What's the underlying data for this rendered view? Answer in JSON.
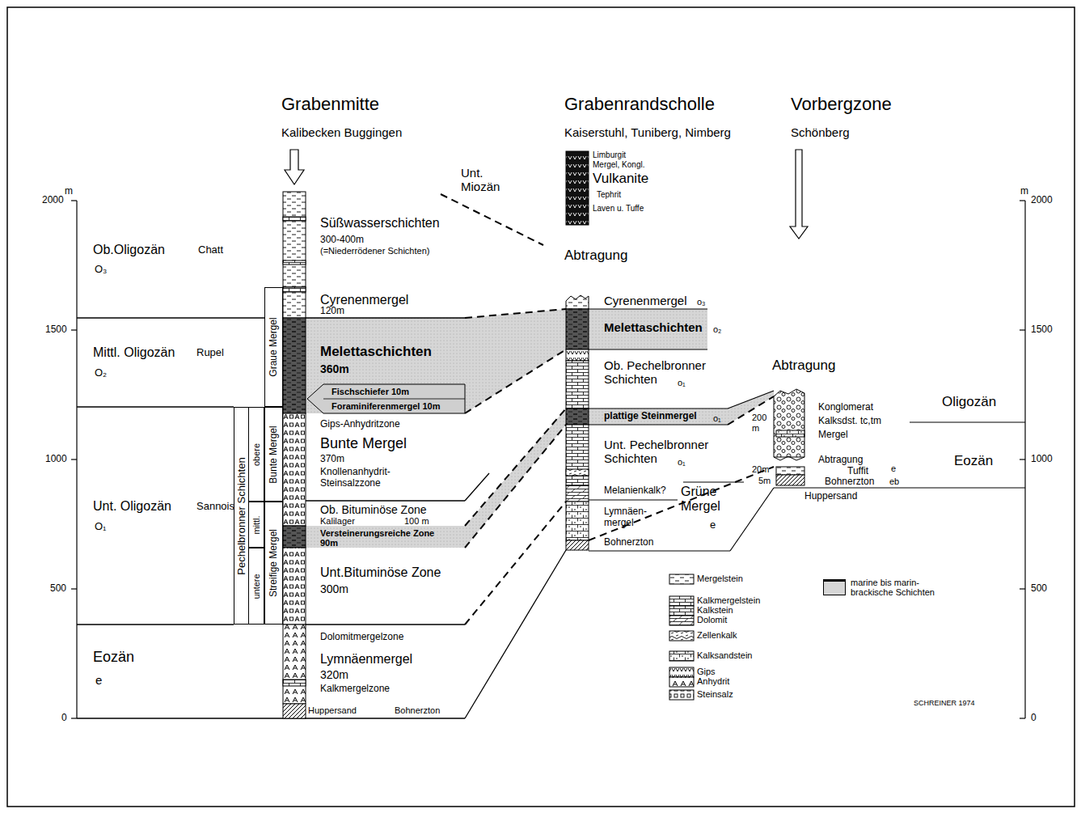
{
  "diagram": {
    "nodes": [
      {
        "text": [
          "Pechelbronner Schichten"
        ]
      },
      {
        "text": [
          "obere"
        ],
        "in": 0
      },
      {
        "text": [
          "mittl."
        ],
        "in": 0
      },
      {
        "text": [
          "untere"
        ],
        "in": 0
      },
      {
        "text": [
          "Graue Mergel"
        ]
      },
      {
        "text": [
          "Bunte Mergel"
        ]
      },
      {
        "text": [
          "Streifige Mergel"
        ]
      }
    ],
    "labels": [
      "Grabenmitte",
      "Kalibecken Buggingen",
      "Grabenrandscholle",
      "Kaiserstuhl, Tuniberg, Nimberg",
      "Vorbergzone",
      "Schönberg",
      "Limburgit",
      "Mergel, Kongl.",
      "Vulkanite",
      "Tephrit",
      "Laven u. Tuffe",
      "Unt. Miozän",
      "Abtragung",
      "m",
      "2000",
      "1500",
      "1000",
      "500",
      "0",
      "m",
      "2000",
      "1500",
      "1000",
      "500",
      "0",
      "Ob.Oligozän",
      "Chatt",
      "O₃",
      "Mittl. Oligozän",
      "Rupel",
      "O₂",
      "Unt. Oligozän",
      "Sannois",
      "O₁",
      "Eozän",
      "e",
      "Süßwasserschichten",
      "300-400m",
      "(=Niederrödener Schichten)",
      "Cyrenenmergel",
      "120m",
      "Melettaschichten",
      "360m",
      "Fischschiefer 10m",
      "Foraminiferenmergel 10m",
      "Gips-Anhydritzone",
      "Bunte Mergel",
      "370m",
      "Knollenanhydrit- Steinsalzzone",
      "Ob. Bituminöse Zone",
      "Kalilager",
      "100 m",
      "Versteinerungsreiche Zone",
      "90m",
      "Unt.Bituminöse Zone",
      "300m",
      "Dolomitmergelzone",
      "Lymnäenmergel",
      "320m",
      "Kalkmergelzone",
      "Huppersand",
      "Bohnerzton",
      "Cyrenenmergel",
      "o₃",
      "Melettaschichten",
      "o₂",
      "Ob. Pechelbronner Schichten",
      "o₁",
      "plattige Steinmergel",
      "o₁",
      "Unt. Pechelbronner Schichten",
      "o₁",
      "Melanienkalk?",
      "Grüne Mergel",
      "e",
      "Lymnäen- mergel",
      "Bohnerzton",
      "Abtragung",
      "Konglomerat",
      "Kalksdst. tc,tm",
      "Mergel",
      "200 m",
      "Abtragung",
      "20m",
      "5m",
      "Tuffit",
      "e",
      "Bohnerzton",
      "eb",
      "Huppersand",
      "Oligozän",
      "Eozän",
      "SCHREINER 1974"
    ],
    "legend": [
      {
        "text": "Mergelstein"
      },
      {
        "text": "Kalkmergelstein"
      },
      {
        "text": "Kalkstein"
      },
      {
        "text": "Dolomit"
      },
      {
        "text": "Zellenkalk"
      },
      {
        "text": "Kalksandstein"
      },
      {
        "text": "Gips"
      },
      {
        "text": "Anhydrit"
      },
      {
        "text": "Steinsalz"
      },
      {
        "text": "marine bis marin-brackische Schichten",
        "color": "#d6d6d6"
      }
    ]
  }
}
